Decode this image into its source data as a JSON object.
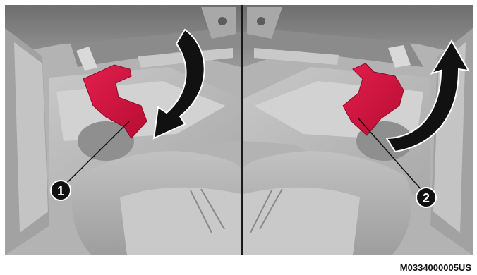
{
  "figure": {
    "callouts": [
      "1",
      "2"
    ],
    "reference_code": "M0334000005US"
  },
  "colors": {
    "highlight_part": "#d1163f",
    "arrow": "#111111",
    "background_gray": "#b9b9b9",
    "frame": "#ffffff"
  },
  "icons": {
    "panel_left_arrow": "curved-arrow-down-left-icon",
    "panel_right_arrow": "curved-arrow-up-right-icon"
  }
}
